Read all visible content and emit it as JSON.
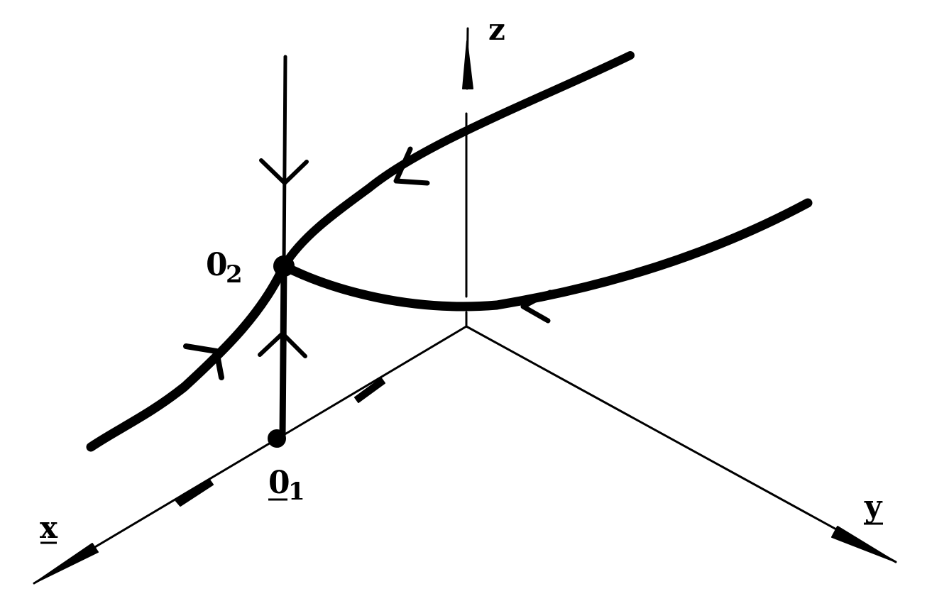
{
  "labels": {
    "z_axis": "z",
    "x_axis": "x",
    "y_axis": "y",
    "point_o2": "0",
    "point_o2_sub": "2",
    "point_o1": "0",
    "point_o1_sub": "1"
  },
  "colors": {
    "ink": "#000000",
    "background": "#ffffff"
  }
}
